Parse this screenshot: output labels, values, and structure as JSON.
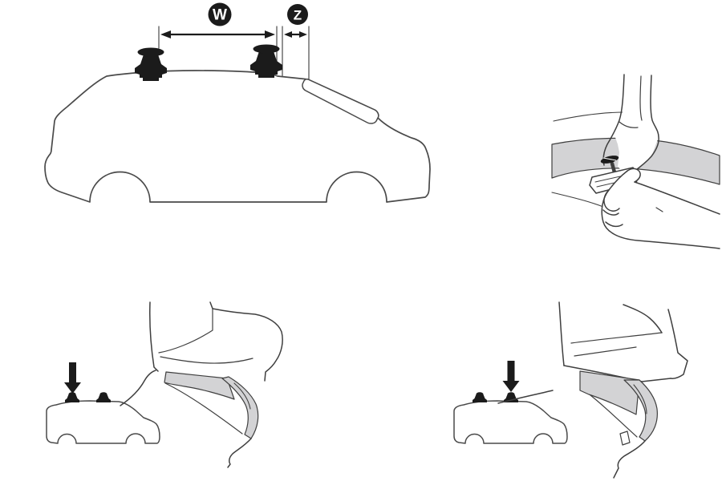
{
  "colors": {
    "outline": "#4a4a4a",
    "detail_line": "#3f3f3f",
    "solid_black": "#1b1b1b",
    "shade_gray": "#d3d3d5",
    "white": "#ffffff"
  },
  "measurements": {
    "width_label": "W",
    "offset_label": "Z"
  },
  "icons": {
    "width_badge": "letter W on black disc",
    "offset_badge": "letter Z on black disc",
    "width_dimension_arrow": "double-headed horizontal measurement arrow",
    "offset_dimension_arrow": "double-headed horizontal measurement arrow",
    "rear_position_arrow": "solid black arrow pointing down at rear roof mount",
    "front_position_arrow": "solid black arrow pointing down at front roof mount"
  }
}
